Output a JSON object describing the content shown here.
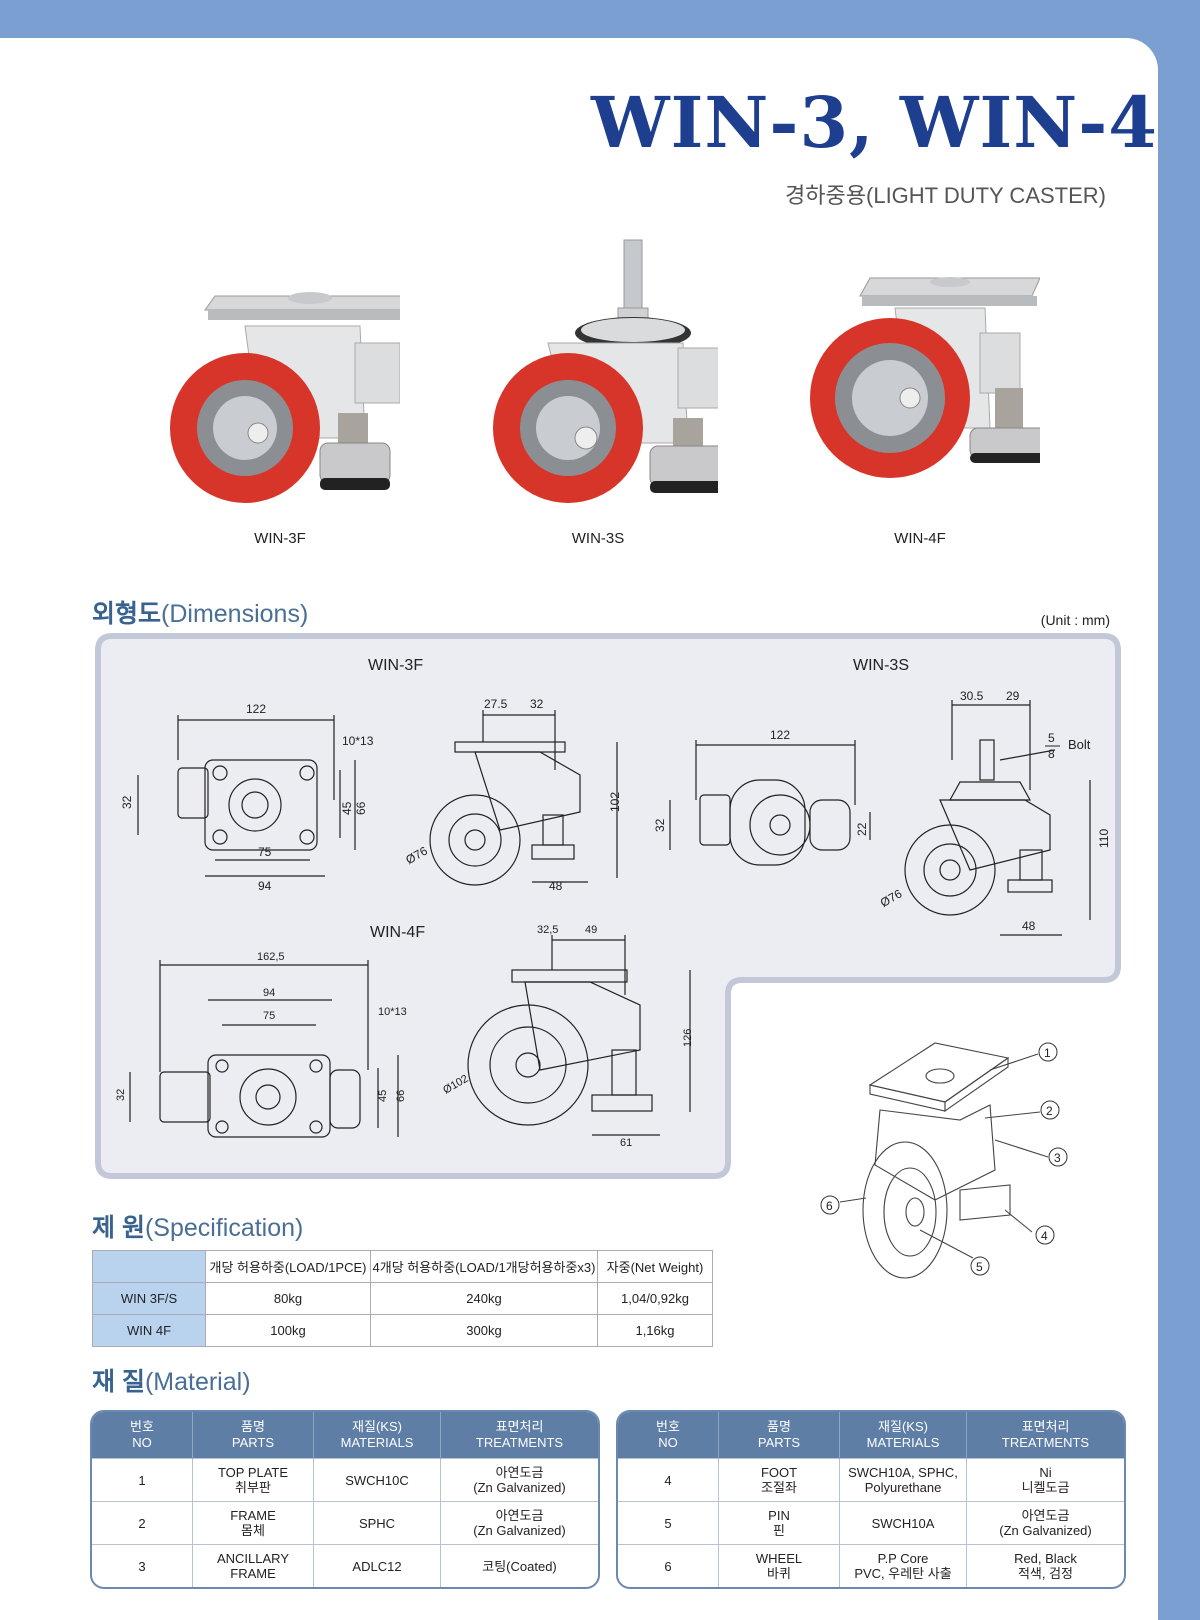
{
  "header": {
    "title": "WIN-3, WIN-4",
    "subtitle": "경하중용(LIGHT DUTY CASTER)"
  },
  "photos": [
    {
      "label": "WIN-3F"
    },
    {
      "label": "WIN-3S"
    },
    {
      "label": "WIN-4F"
    }
  ],
  "dimensions": {
    "title_ko": "외형도",
    "title_en": "(Dimensions)",
    "unit": "(Unit : mm)",
    "win3f": {
      "label": "WIN-3F",
      "top_width": "122",
      "bolt_hole": "10*13",
      "side_32": "32",
      "h45": "45",
      "h66": "66",
      "b75": "75",
      "b94": "94",
      "t275": "27.5",
      "t32": "32",
      "height": "102",
      "wheel": "Ø76",
      "foot": "48"
    },
    "win3s": {
      "label": "WIN-3S",
      "top_width": "122",
      "side_32": "32",
      "h22": "22",
      "t305": "30.5",
      "t29": "29",
      "bolt_num": "5",
      "bolt_den": "8",
      "bolt": "Bolt",
      "height": "110",
      "wheel": "Ø76",
      "foot": "48"
    },
    "win4f": {
      "label": "WIN-4F",
      "w1625": "162,5",
      "w94": "94",
      "w75": "75",
      "bolt_hole": "10*13",
      "side_32": "32",
      "h45": "45",
      "h66": "66",
      "t325": "32,5",
      "t49": "49",
      "height": "126",
      "wheel": "Ø102",
      "foot": "61"
    },
    "parts_callouts": [
      "1",
      "2",
      "3",
      "4",
      "5",
      "6"
    ]
  },
  "spec": {
    "title_ko": "제 원",
    "title_en": "(Specification)",
    "headers": [
      "",
      "개당 허용하중(LOAD/1PCE)",
      "4개당 허용하중(LOAD/1개당허용하중x3)",
      "자중(Net Weight)"
    ],
    "rows": [
      [
        "WIN 3F/S",
        "80kg",
        "240kg",
        "1,04/0,92kg"
      ],
      [
        "WIN 4F",
        "100kg",
        "300kg",
        "1,16kg"
      ]
    ]
  },
  "material": {
    "title_ko": "재 질",
    "title_en": "(Material)",
    "headers": [
      [
        "번호",
        "NO"
      ],
      [
        "품명",
        "PARTS"
      ],
      [
        "재질(KS)",
        "MATERIALS"
      ],
      [
        "표면처리",
        "TREATMENTS"
      ]
    ],
    "left_rows": [
      {
        "no": "1",
        "part": [
          "TOP PLATE",
          "취부판"
        ],
        "material": [
          "SWCH10C"
        ],
        "treatment": [
          "아연도금",
          "(Zn Galvanized)"
        ]
      },
      {
        "no": "2",
        "part": [
          "FRAME",
          "몸체"
        ],
        "material": [
          "SPHC"
        ],
        "treatment": [
          "아연도금",
          "(Zn Galvanized)"
        ]
      },
      {
        "no": "3",
        "part": [
          "ANCILLARY",
          "FRAME"
        ],
        "material": [
          "ADLC12"
        ],
        "treatment": [
          "코팅(Coated)"
        ]
      }
    ],
    "right_rows": [
      {
        "no": "4",
        "part": [
          "FOOT",
          "조절좌"
        ],
        "material": [
          "SWCH10A, SPHC,",
          "Polyurethane"
        ],
        "treatment": [
          "Ni",
          "니켈도금"
        ]
      },
      {
        "no": "5",
        "part": [
          "PIN",
          "핀"
        ],
        "material": [
          "SWCH10A"
        ],
        "treatment": [
          "아연도금",
          "(Zn Galvanized)"
        ]
      },
      {
        "no": "6",
        "part": [
          "WHEEL",
          "바퀴"
        ],
        "material": [
          "P.P Core",
          "PVC, 우레탄 사출"
        ],
        "treatment": [
          "Red, Black",
          "적색, 검정"
        ]
      }
    ]
  },
  "colors": {
    "background": "#7b9fd1",
    "title": "#1e3f8f",
    "wheel_red": "#d8352a",
    "section": "#38628f",
    "table_head": "#5e7ea6"
  }
}
